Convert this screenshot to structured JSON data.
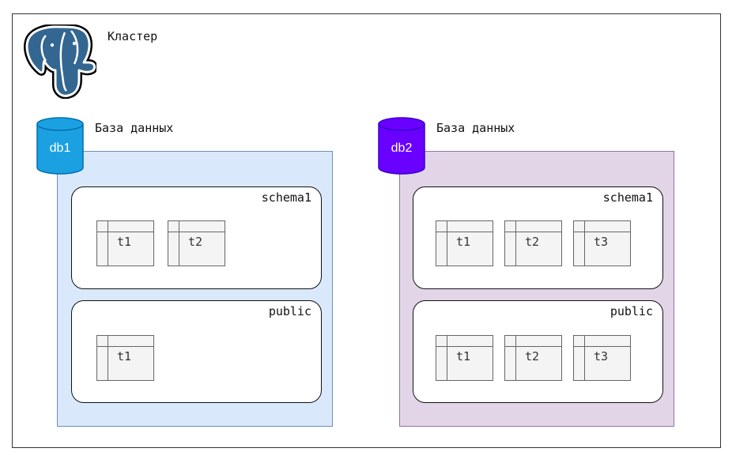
{
  "cluster": {
    "label": "Кластер",
    "logo_icon": "postgresql-elephant-icon"
  },
  "databases": [
    {
      "name": "db1",
      "label": "База данных",
      "color": "#1ba1e2",
      "panel_fill": "#dae8fc",
      "panel_border": "#6c8ebf",
      "schemas": [
        {
          "name": "schema1",
          "tables": [
            "t1",
            "t2"
          ]
        },
        {
          "name": "public",
          "tables": [
            "t1"
          ]
        }
      ]
    },
    {
      "name": "db2",
      "label": "База данных",
      "color": "#6a00ff",
      "panel_fill": "#e1d5e7",
      "panel_border": "#9673a6",
      "schemas": [
        {
          "name": "schema1",
          "tables": [
            "t1",
            "t2",
            "t3"
          ]
        },
        {
          "name": "public",
          "tables": [
            "t1",
            "t2",
            "t3"
          ]
        }
      ]
    }
  ]
}
